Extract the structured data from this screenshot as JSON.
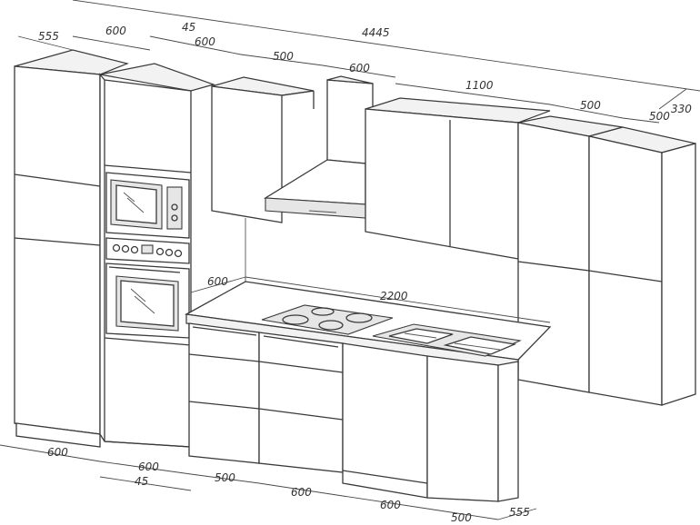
{
  "dimensions": {
    "total_width": "4445",
    "depth_tall_unit": "555",
    "depth_base_right": "555",
    "top_tall_left": "600",
    "top_gap": "45",
    "top_oven_column": "600",
    "top_wall_left": "500",
    "top_hood": "600",
    "top_wall_mid": "1100",
    "top_wall_right": "500",
    "top_tall_right": "500",
    "depth_wall_right": "330",
    "depth_worktop": "600",
    "worktop_length": "2200",
    "bottom_tall_left": "600",
    "bottom_oven_column": "600",
    "bottom_gap": "45",
    "bottom_drawers": "500",
    "bottom_drawers_2": "600",
    "bottom_dishwasher": "600",
    "bottom_sink_base": "500"
  }
}
